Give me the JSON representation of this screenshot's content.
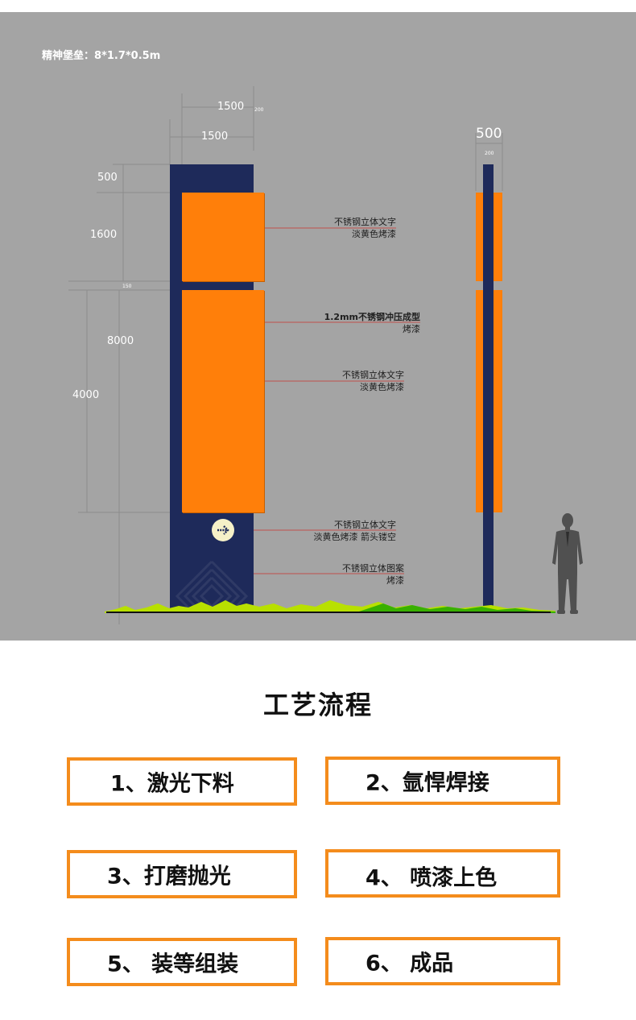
{
  "drawing": {
    "spec_title": "精神堡垒：8*1.7*0.5m",
    "dimensions": {
      "top_width_outer": "1500",
      "top_width_inner": "1500",
      "small_200_top": "200",
      "small_200_side": "200",
      "side_width": "500",
      "left_500": "500",
      "left_1600": "1600",
      "left_150": "150",
      "left_8000": "8000",
      "left_4000": "4000"
    },
    "callouts": {
      "c1_line1": "不锈钢立体文字",
      "c1_line2": "淡黄色烤漆",
      "c2_line1": "1.2mm不锈钢冲压成型",
      "c2_line2": "烤漆",
      "c3_line1": "不锈钢立体文字",
      "c3_line2": "淡黄色烤漆",
      "c4_line1": "不锈钢立体文字",
      "c4_line2": "淡黄色烤漆  箭头镂空",
      "c5_line1": "不锈钢立体图案",
      "c5_line2": "烤漆"
    },
    "colors": {
      "background": "#a4a4a4",
      "pillar": "#1e2a5a",
      "panel": "#ff7f0a",
      "grass_light": "#b8e000",
      "grass_dark": "#38b000"
    },
    "icons": [
      "arrow-circle-icon",
      "maze-pattern-icon",
      "human-silhouette-icon"
    ]
  },
  "process": {
    "title": "工艺流程",
    "steps": [
      "1、激光下料",
      "2、氩悍焊接",
      "3、打磨抛光",
      "4、 喷漆上色",
      "5、 装等组装",
      "6、 成品"
    ],
    "border_color": "#f48c1c"
  }
}
